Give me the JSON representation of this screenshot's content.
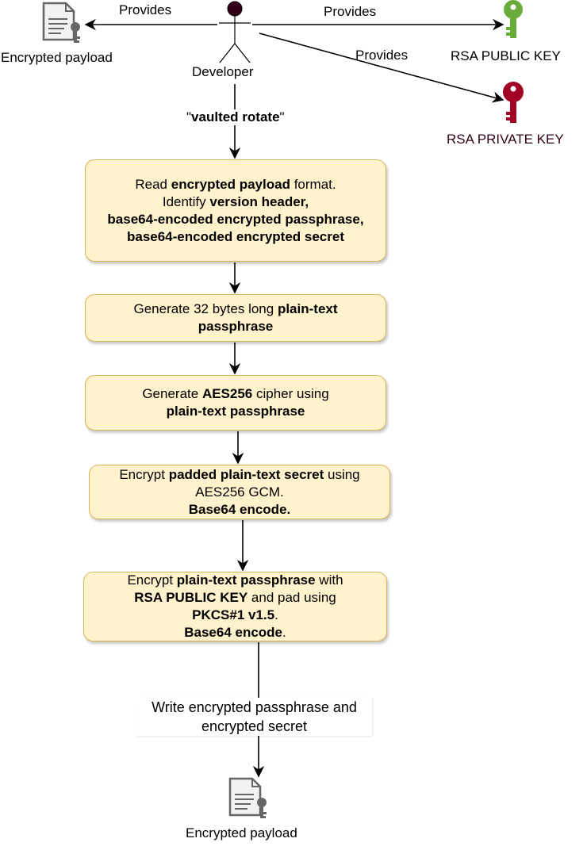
{
  "actor": {
    "label": "Developer"
  },
  "edges": {
    "provides_payload": "Provides",
    "provides_public": "Provides",
    "provides_private": "Provides",
    "command_prefix": "\"",
    "command": "vaulted rotate",
    "command_suffix": "\"",
    "write_line1": "Write encrypted passphrase and",
    "write_line2": "encrypted secret"
  },
  "icons": {
    "payload_top": "Encrypted payload",
    "public_key": "RSA PUBLIC KEY",
    "private_key": "RSA PRIVATE KEY",
    "payload_bottom": "Encrypted payload"
  },
  "steps": {
    "s1": {
      "t1": "Read ",
      "b1": "encrypted payload",
      "t2": " format.",
      "t3": "Identify ",
      "b2": "version header,",
      "b3": "base64-encoded encrypted passphrase,",
      "b4": "base64-encoded encrypted secret"
    },
    "s2": {
      "t1": "Generate 32 bytes long ",
      "b1": "plain-text",
      "b2": "passphrase"
    },
    "s3": {
      "t1": "Generate ",
      "b1": "AES256",
      "t2": " cipher using",
      "b2": "plain-text passphrase"
    },
    "s4": {
      "t1": "Encrypt ",
      "b1": "padded plain-text secret",
      "t2": " using",
      "t3": "AES256 GCM.",
      "b2": "Base64 encode."
    },
    "s5": {
      "t1": "Encrypt ",
      "b1": "plain-text passphrase",
      "t2": " with",
      "b2": "RSA PUBLIC KEY",
      "t3": " and pad using",
      "b3": "PKCS#1 v1.5",
      "t4": ".",
      "b4": "Base64 encode",
      "t5": "."
    }
  },
  "colors": {
    "box_fill": "#fff2cc",
    "box_stroke": "#d6b656",
    "public_key": "#6aac3a",
    "private_key": "#a20025",
    "actor_head": "#33001a",
    "doc_icon": "#666666"
  }
}
